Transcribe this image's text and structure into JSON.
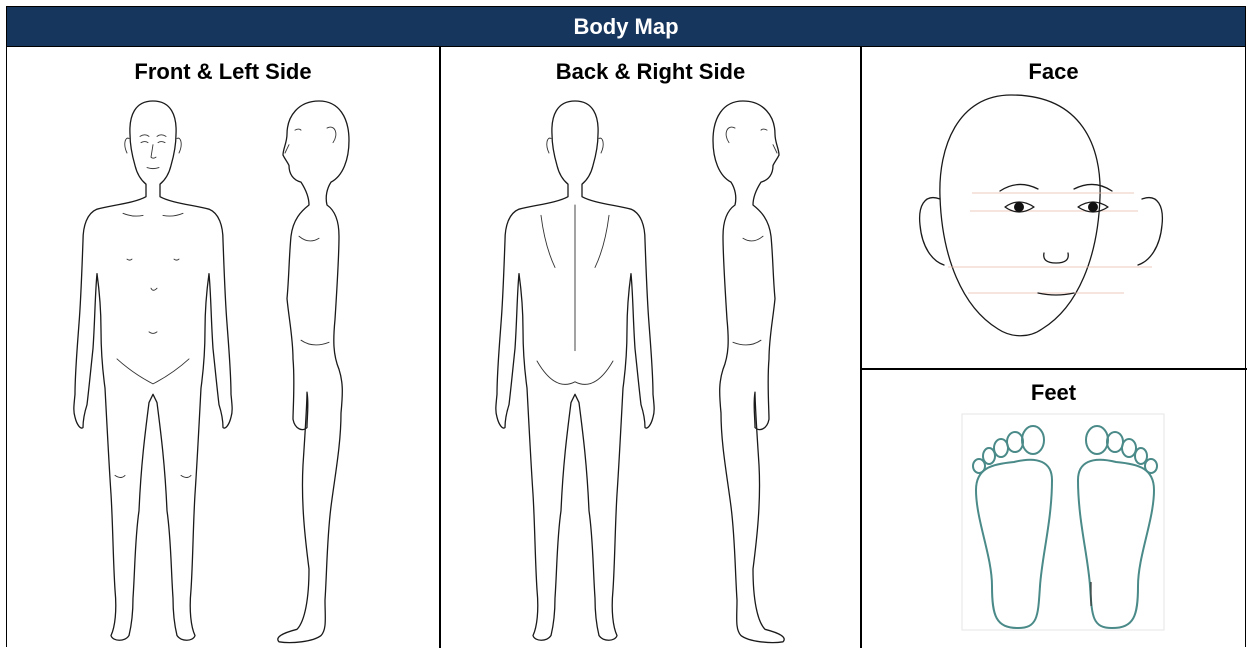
{
  "title": "Body Map",
  "panels": {
    "front_left": {
      "label": "Front & Left Side"
    },
    "back_right": {
      "label": "Back & Right Side"
    },
    "face": {
      "label": "Face"
    },
    "feet": {
      "label": "Feet"
    }
  },
  "colors": {
    "title_bar": "#17365d",
    "title_text": "#ffffff",
    "foot_outline": "#4a8a88",
    "face_guides": "#e9b9a8"
  }
}
